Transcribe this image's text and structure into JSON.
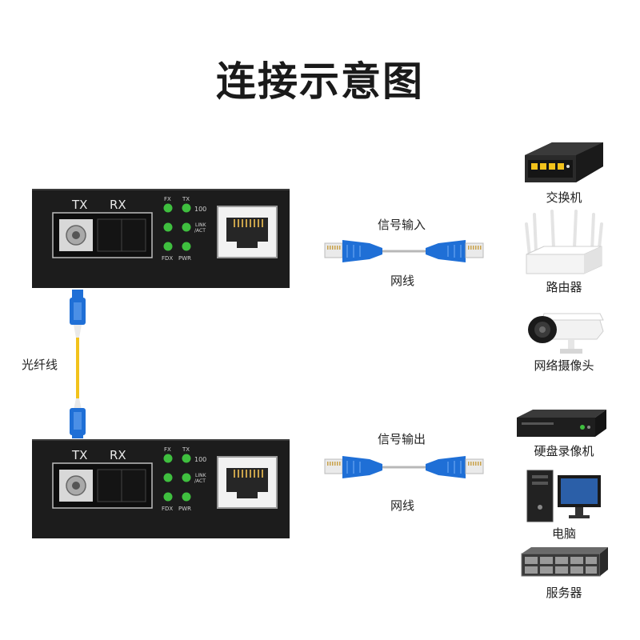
{
  "title": "连接示意图",
  "converter": {
    "tx": "TX",
    "rx": "RX",
    "led_fx": "FX",
    "led_tx": "TX",
    "led_100": "100",
    "led_link": "LINK",
    "led_act": "/ACT",
    "led_fdx": "FDX",
    "led_pwr": "PWR"
  },
  "fiber_label": "光纤线",
  "top_cable": {
    "signal_label": "信号输入",
    "cable_label": "网线"
  },
  "bottom_cable": {
    "signal_label": "信号输出",
    "cable_label": "网线"
  },
  "devices": [
    {
      "name": "交换机",
      "icon": "switch-icon"
    },
    {
      "name": "路由器",
      "icon": "router-icon"
    },
    {
      "name": "网络摄像头",
      "icon": "ip-camera-icon"
    },
    {
      "name": "硬盘录像机",
      "icon": "nvr-icon"
    },
    {
      "name": "电脑",
      "icon": "computer-icon"
    },
    {
      "name": "服务器",
      "icon": "server-icon"
    }
  ],
  "colors": {
    "converter_body": "#1c1c1c",
    "led_green": "#3fbf3f",
    "fiber_yellow": "#f2c21b",
    "connector_blue": "#1f6fd6"
  }
}
